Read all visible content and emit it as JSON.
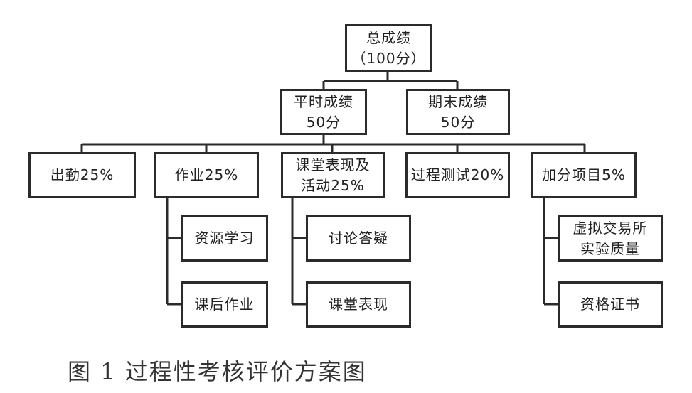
{
  "nodes": {
    "root": {
      "line1": "总成绩",
      "line2": "（100分）"
    },
    "regular": {
      "line1": "平时成绩",
      "line2": "50分"
    },
    "final": {
      "line1": "期末成绩",
      "line2": "50分"
    },
    "attendance": {
      "line1": "出勤25%"
    },
    "homework": {
      "line1": "作业25%"
    },
    "classroom": {
      "line1": "课堂表现及",
      "line2": "活动25%"
    },
    "process": {
      "line1": "过程测试20%"
    },
    "bonus": {
      "line1": "加分项目5%"
    },
    "resource_learning": {
      "line1": "资源学习"
    },
    "after_class_homework": {
      "line1": "课后作业"
    },
    "discussion": {
      "line1": "讨论答疑"
    },
    "class_performance": {
      "line1": "课堂表现"
    },
    "virtual_exchange": {
      "line1": "虚拟交易所",
      "line2": "实验质量"
    },
    "certificate": {
      "line1": "资格证书"
    }
  },
  "caption": "图 1  过程性考核评价方案图"
}
